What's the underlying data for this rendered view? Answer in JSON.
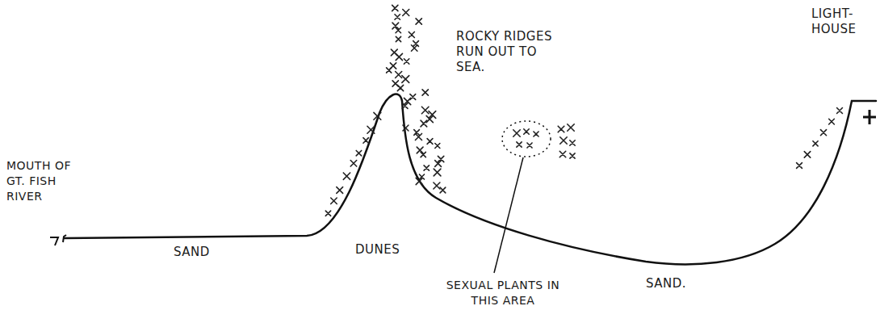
{
  "diagram": {
    "labels": [
      "LIGHT- HOUSE",
      "ROCKY RIDGES RUN OUT TO SEA.",
      "MOUTH OF GT. FISH RIVER",
      "SAND",
      "DUNES",
      "SAND.",
      "SEXUAL PLANTS IN THIS AREA"
    ]
  }
}
